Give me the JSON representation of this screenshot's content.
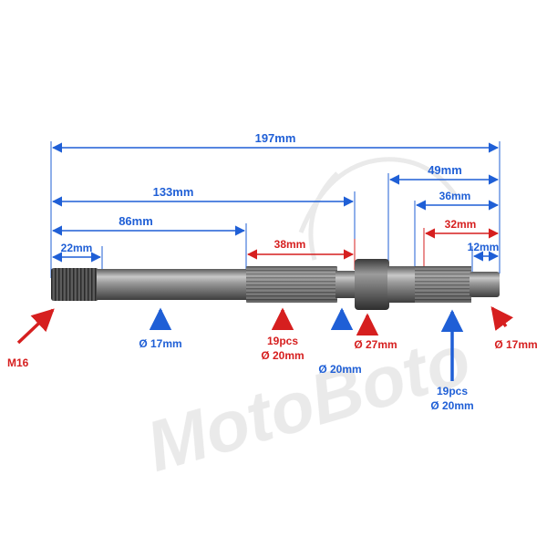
{
  "watermark": {
    "text": "MotoBoto"
  },
  "dimensions": {
    "d197": "197mm",
    "d133": "133mm",
    "d86": "86mm",
    "d22": "22mm",
    "d38": "38mm",
    "d49": "49mm",
    "d36": "36mm",
    "d32": "32mm",
    "d12": "12mm"
  },
  "callouts": {
    "m16": "M16",
    "shaft_diameter": "Ø 17mm",
    "spline_left_count": "19pcs",
    "spline_left_diameter": "Ø 20mm",
    "neck_diameter": "Ø 20mm",
    "collar_diameter": "Ø 27mm",
    "spline_right_count": "19pcs",
    "spline_right_diameter": "Ø 20mm",
    "end_diameter": "Ø 17mm"
  },
  "colors": {
    "blue": "#1f5fd6",
    "red": "#d61f1f",
    "steel_dark": "#4a4a4a",
    "steel_light": "#b0b0b0"
  }
}
